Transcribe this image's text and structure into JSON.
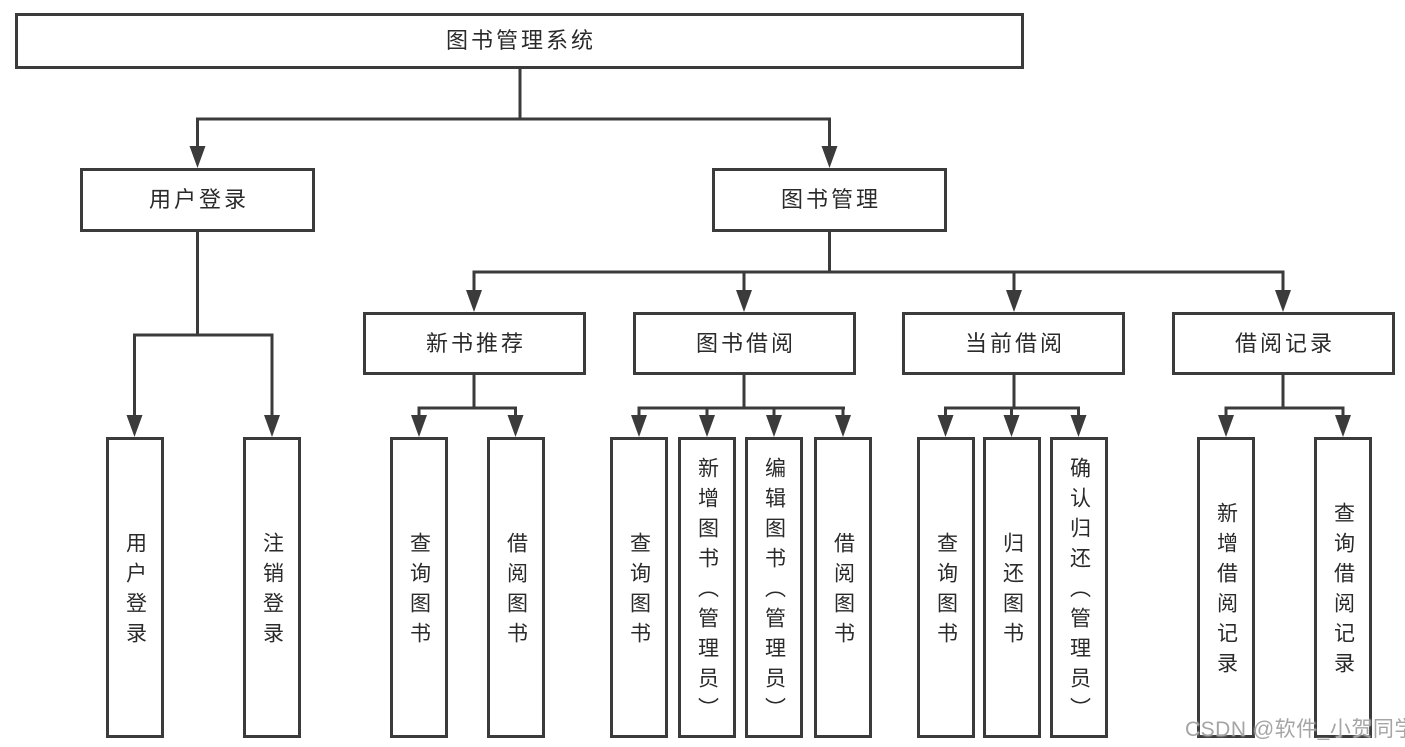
{
  "diagram": {
    "title": "图书管理系统",
    "tree": {
      "root": {
        "label": "图书管理系统",
        "children": [
          {
            "label": "用户登录",
            "children": [
              {
                "label": "用户登录"
              },
              {
                "label": "注销登录"
              }
            ]
          },
          {
            "label": "图书管理",
            "children": [
              {
                "label": "新书推荐",
                "children": [
                  {
                    "label": "查询图书"
                  },
                  {
                    "label": "借阅图书"
                  }
                ]
              },
              {
                "label": "图书借阅",
                "children": [
                  {
                    "label": "查询图书"
                  },
                  {
                    "label": "新增图书（管理员）"
                  },
                  {
                    "label": "编辑图书（管理员）"
                  },
                  {
                    "label": "借阅图书"
                  }
                ]
              },
              {
                "label": "当前借阅",
                "children": [
                  {
                    "label": "查询图书"
                  },
                  {
                    "label": "归还图书"
                  },
                  {
                    "label": "确认归还（管理员）"
                  }
                ]
              },
              {
                "label": "借阅记录",
                "children": [
                  {
                    "label": "新增借阅记录"
                  },
                  {
                    "label": "查询借阅记录"
                  }
                ]
              }
            ]
          }
        ]
      }
    },
    "colors": {
      "line": "#3b3b3b",
      "box_border": "#3b3b3b",
      "text": "#2a2a2a",
      "watermark": "#a5a5a5",
      "background": "#ffffff"
    }
  },
  "watermark": {
    "text": "CSDN @软件_小贺同学"
  }
}
